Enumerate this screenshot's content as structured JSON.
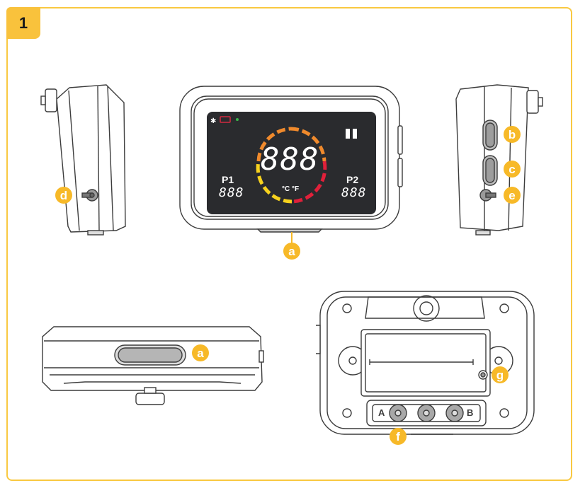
{
  "figure": {
    "step_number": "1",
    "accent_color": "#f7b928",
    "frame_color": "#f9c941"
  },
  "lcd": {
    "main_reading": "888",
    "unit_label": "°C °F",
    "probe1_label": "P1",
    "probe1_reading": "888",
    "probe2_label": "P2",
    "probe2_reading": "888",
    "status_icons": [
      "bluetooth-icon",
      "battery-icon",
      "signal-dot-icon",
      "pause-icon"
    ],
    "ring_colors": {
      "orange": "#f08a2c",
      "yellow": "#f7d21e",
      "red": "#e0203a"
    }
  },
  "callouts": {
    "a_front": "a",
    "a_bottom": "a",
    "b": "b",
    "c": "c",
    "d": "d",
    "e": "e",
    "f": "f",
    "g": "g"
  },
  "back_view": {
    "port_left_label": "A",
    "port_right_label": "B"
  }
}
